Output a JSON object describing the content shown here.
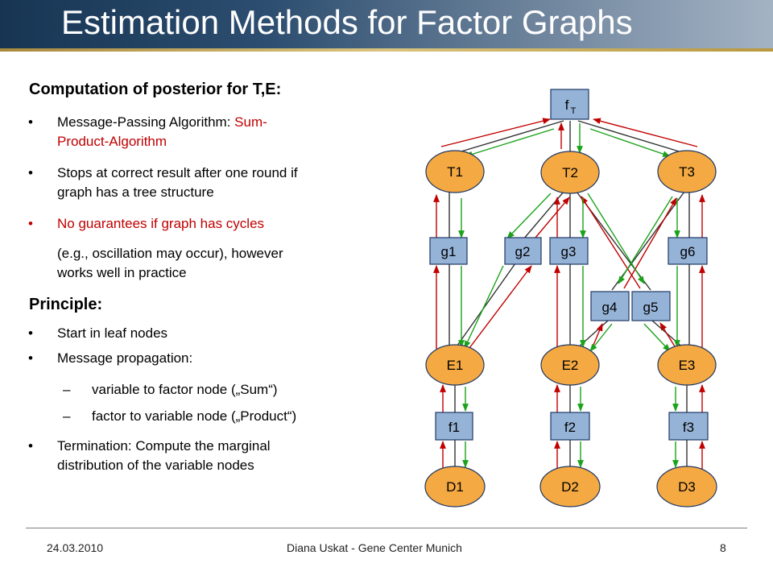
{
  "title": "Estimation Methods for Factor Graphs",
  "computation_heading": "Computation of posterior for T,E:",
  "computation_items": [
    {
      "text_black": "Message-Passing Algorithm: ",
      "text_red": "Sum-",
      "text_red2": "Product-Algorithm"
    },
    {
      "line1": "Stops at correct result after one round if",
      "line2": "graph has a tree structure"
    },
    {
      "text": "No guarantees if graph has cycles"
    },
    {
      "line1": "(e.g., oscillation may occur), however",
      "line2": "works well in practice"
    }
  ],
  "principle_heading": "Principle:",
  "principle_items": [
    {
      "text": "Start in leaf nodes"
    },
    {
      "text": "Message propagation:"
    },
    {
      "text": "variable to factor node („Sum“)"
    },
    {
      "text": "factor to variable node („Product“)"
    },
    {
      "line1": "Termination: Compute the marginal",
      "line2": "distribution of the variable nodes"
    }
  ],
  "bullet_symbol": "•",
  "dash_symbol": "–",
  "footer": {
    "date": "24.03.2010",
    "center": "Diana Uskat - Gene Center Munich",
    "page": "8"
  },
  "diagram": {
    "top_factor": {
      "main": "f",
      "sub": "T"
    },
    "t_nodes": [
      "T1",
      "T2",
      "T3"
    ],
    "g_factors": [
      "g1",
      "g2",
      "g3",
      "g6",
      "g4",
      "g5"
    ],
    "e_nodes": [
      "E1",
      "E2",
      "E3"
    ],
    "f_factors": [
      "f1",
      "f2",
      "f3"
    ],
    "d_nodes": [
      "D1",
      "D2",
      "D3"
    ],
    "colors": {
      "variable_fill": "#f4a942",
      "factor_fill": "#95b3d7",
      "up_arrow": "#c00000",
      "down_arrow": "#1aa31a",
      "edge": "#333333"
    }
  }
}
